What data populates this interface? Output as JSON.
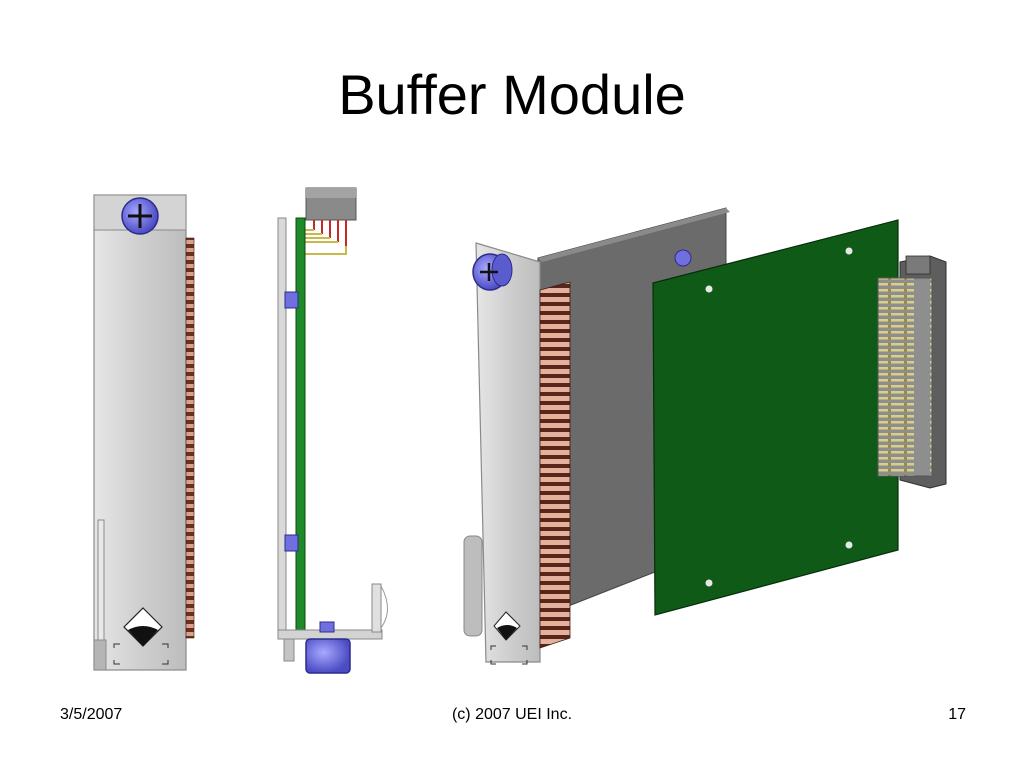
{
  "slide": {
    "title": "Buffer Module"
  },
  "footer": {
    "date": "3/5/2007",
    "copyright": "(c) 2007 UEI Inc.",
    "page_number": "17"
  },
  "colors": {
    "panel_gray": "#c9c9c9",
    "panel_dark": "#6b6b6b",
    "pcb_green": "#0f5a17",
    "screw_blue": "#6f6fe0",
    "connector_brown": "#7a3b2a",
    "pin_gold": "#c8b85a"
  }
}
